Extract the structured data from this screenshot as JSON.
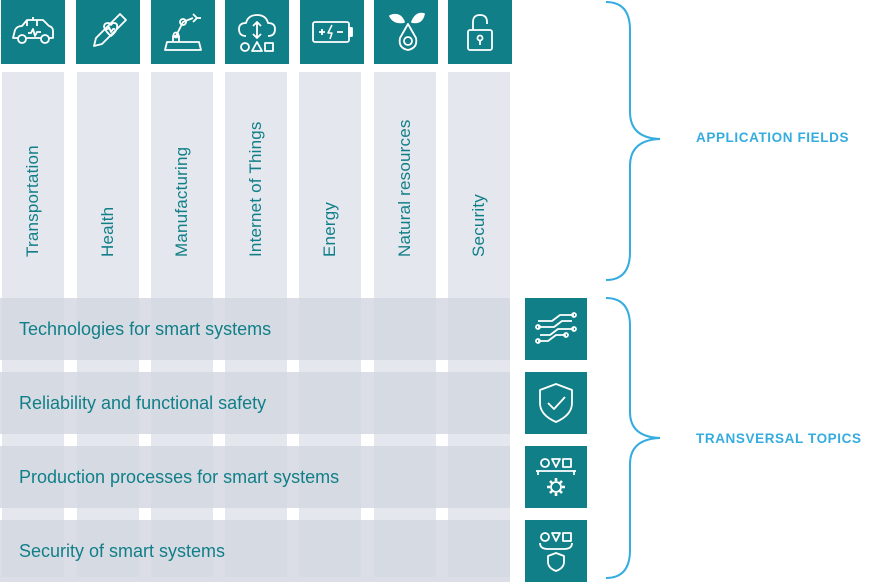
{
  "application_fields": {
    "group_label": "APPLICATION FIELDS",
    "items": [
      {
        "label": "Transportation",
        "icon": "car-icon"
      },
      {
        "label": "Health",
        "icon": "heart-pen-icon"
      },
      {
        "label": "Manufacturing",
        "icon": "robot-arm-icon"
      },
      {
        "label": "Internet of Things",
        "icon": "cloud-shapes-icon"
      },
      {
        "label": "Energy",
        "icon": "battery-icon"
      },
      {
        "label": "Natural resources",
        "icon": "leaf-drop-icon"
      },
      {
        "label": "Security",
        "icon": "unlocked-padlock-icon"
      }
    ]
  },
  "transversal_topics": {
    "group_label": "TRANSVERSAL TOPICS",
    "items": [
      {
        "label": "Technologies for smart systems",
        "icon": "circuit-icon"
      },
      {
        "label": "Reliability and functional safety",
        "icon": "shield-check-icon"
      },
      {
        "label": "Production processes for smart systems",
        "icon": "shapes-gear-icon"
      },
      {
        "label": "Security of smart systems",
        "icon": "shapes-shield-icon"
      }
    ]
  },
  "colors": {
    "teal": "#117f88",
    "label_blue": "#35ace0",
    "panel": "#e4e7ed",
    "row": "#d3d7e0"
  }
}
